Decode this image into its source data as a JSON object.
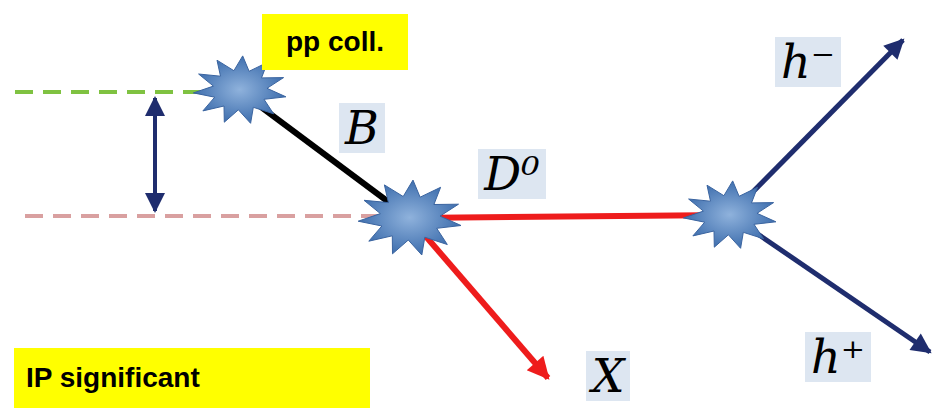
{
  "diagram": {
    "nodes": [
      {
        "text": [
          "pp coll."
        ]
      },
      {
        "text": [
          "IP significant"
        ]
      }
    ],
    "labels": [
      "B",
      "D⁰",
      "X",
      "h⁻",
      "h⁺"
    ]
  }
}
